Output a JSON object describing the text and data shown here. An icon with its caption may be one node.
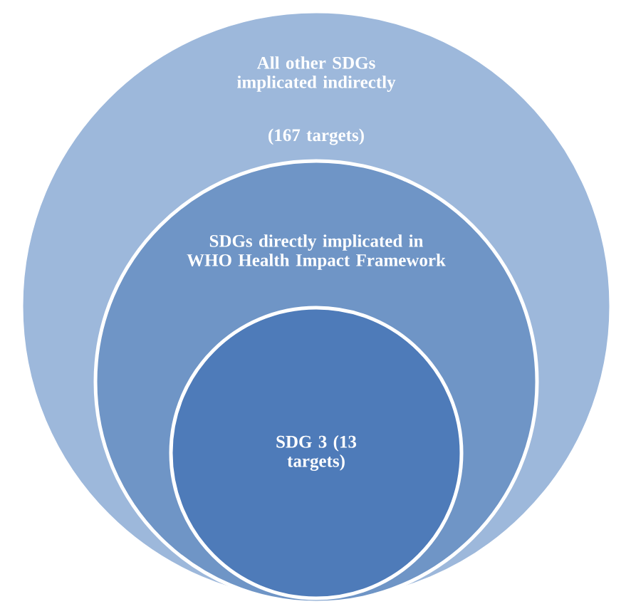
{
  "diagram": {
    "nodes": [
      {
        "text": [
          "All other SDGs implicated indirectly",
          "(167 targets)"
        ]
      },
      {
        "text": [
          "SDGs directly implicated in WHO Health Impact Framework"
        ],
        "in": 0
      },
      {
        "text": [
          "SDG 3 (13 targets)"
        ],
        "in": 1
      }
    ]
  }
}
